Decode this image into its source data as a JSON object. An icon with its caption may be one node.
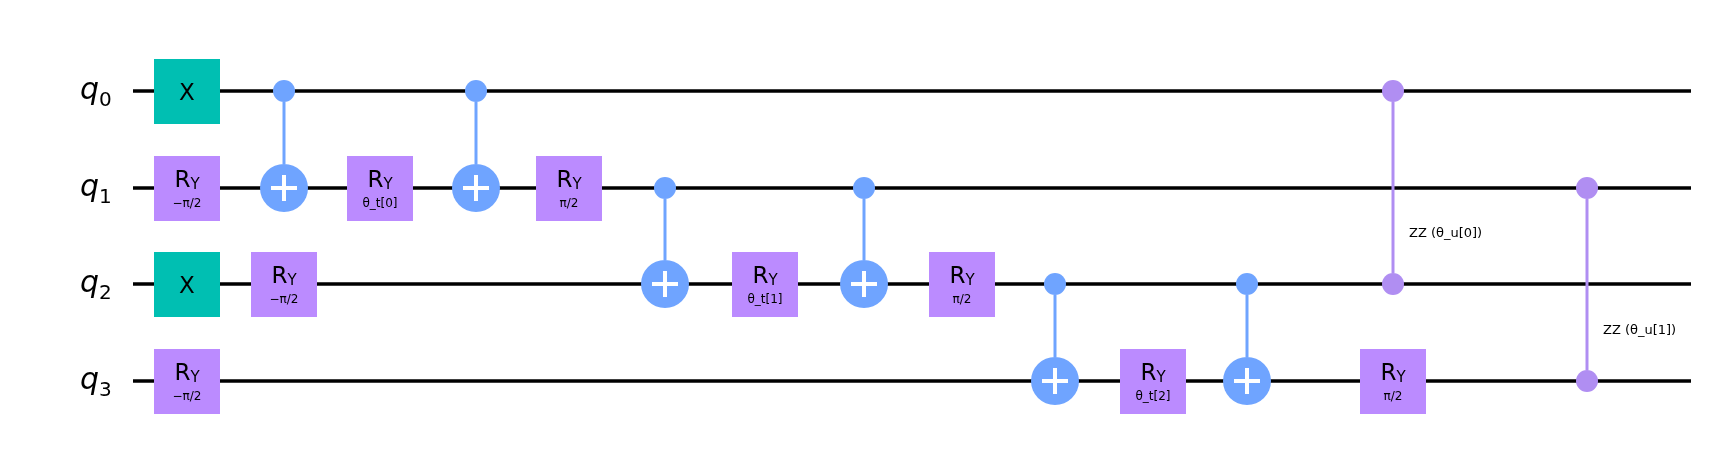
{
  "diagram": {
    "nodes": [
      {
        "text": [
          "X"
        ]
      },
      {
        "text": [
          "R$_{Y}$",
          "−π/2"
        ]
      },
      {
        "text": [
          "X"
        ]
      },
      {
        "text": [
          "R$_{Y}$",
          "−π/2"
        ]
      },
      {
        "text": [],
        "shape": "circle"
      },
      {
        "text": [],
        "shape": "circle"
      },
      {
        "text": [
          "R$_{Y}$",
          "−π/2"
        ]
      },
      {
        "text": [
          "R$_{Y}$",
          "θ_t[0]"
        ]
      },
      {
        "text": [],
        "shape": "circle"
      },
      {
        "text": [],
        "shape": "circle"
      },
      {
        "text": [
          "R$_{Y}$",
          "π/2"
        ]
      },
      {
        "text": [],
        "shape": "circle"
      },
      {
        "text": [],
        "shape": "circle"
      },
      {
        "text": [
          "R$_{Y}$",
          "θ_t[1]"
        ]
      },
      {
        "text": [],
        "shape": "circle"
      },
      {
        "text": [],
        "shape": "circle"
      },
      {
        "text": [
          "R$_{Y}$",
          "π/2"
        ]
      },
      {
        "text": [],
        "shape": "circle"
      },
      {
        "text": [],
        "shape": "circle"
      },
      {
        "text": [
          "R$_{Y}$",
          "θ_t[2]"
        ]
      },
      {
        "text": [],
        "shape": "circle"
      },
      {
        "text": [],
        "shape": "circle"
      },
      {
        "text": [],
        "shape": "circle"
      },
      {
        "text": [],
        "shape": "circle"
      },
      {
        "text": [
          "R$_{Y}$",
          "π/2"
        ]
      },
      {
        "text": [],
        "shape": "circle"
      },
      {
        "text": [],
        "shape": "circle"
      }
    ],
    "edges": [
      {
        "from": 4,
        "to": 5,
        "arrow": "none"
      },
      {
        "from": 8,
        "to": 9,
        "arrow": "none"
      },
      {
        "from": 11,
        "to": 12,
        "arrow": "none"
      },
      {
        "from": 14,
        "to": 15,
        "arrow": "none"
      },
      {
        "from": 17,
        "to": 18,
        "arrow": "none"
      },
      {
        "from": 20,
        "to": 21,
        "arrow": "none"
      },
      {
        "from": 22,
        "to": 23,
        "arrow": "none",
        "label": "ZZ (θ_u[0])",
        "color": "#b08ef2"
      },
      {
        "from": 25,
        "to": 26,
        "arrow": "none",
        "label": "ZZ (θ_u[1])",
        "color": "#b08ef2"
      }
    ],
    "labels": [
      "q$_{0}$",
      "q$_{1}$",
      "q$_{2}$",
      "q$_{3}$"
    ]
  }
}
